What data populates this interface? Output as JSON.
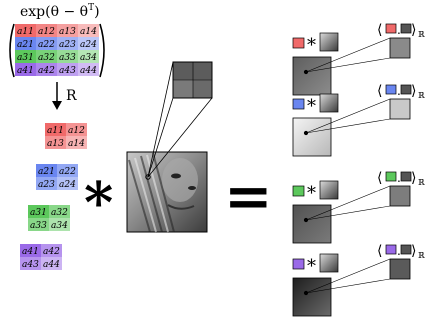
{
  "top_formula": "exp(θ − θ",
  "top_formula_sup": "T",
  "top_formula_close": ")",
  "arrow_label": "R",
  "matrix": {
    "rows": [
      [
        "a11",
        "a12",
        "a13",
        "a14"
      ],
      [
        "a21",
        "a22",
        "a23",
        "a24"
      ],
      [
        "a31",
        "a32",
        "a33",
        "a34"
      ],
      [
        "a41",
        "a42",
        "a43",
        "a44"
      ]
    ],
    "row_colors": [
      "#f06a6a",
      "#6a86f0",
      "#5cc85c",
      "#9a6ae8"
    ]
  },
  "blocks": [
    {
      "row1": [
        "a11",
        "a12"
      ],
      "row2": [
        "a13",
        "a14"
      ],
      "color": "#f06a6a"
    },
    {
      "row1": [
        "a21",
        "a22"
      ],
      "row2": [
        "a23",
        "a24"
      ],
      "color": "#6a86f0"
    },
    {
      "row1": [
        "a31",
        "a32"
      ],
      "row2": [
        "a33",
        "a34"
      ],
      "color": "#5cc85c"
    },
    {
      "row1": [
        "a41",
        "a42"
      ],
      "row2": [
        "a43",
        "a44"
      ],
      "color": "#9a6ae8"
    }
  ],
  "operators": {
    "convolve": "*",
    "equals": "="
  },
  "right_rows": [
    {
      "swatch_color": "#f06a6a",
      "star": "*",
      "bracket_open": "⟨",
      "dot": ".",
      "bracket_close": "⟩",
      "subscript": "ℝ",
      "output_shade": "#8a8a8a"
    },
    {
      "swatch_color": "#6a86f0",
      "star": "*",
      "bracket_open": "⟨",
      "dot": ".",
      "bracket_close": "⟩",
      "subscript": "ℝ",
      "output_shade": "#c9c9c9"
    },
    {
      "swatch_color": "#5cc85c",
      "star": "*",
      "bracket_open": "⟨",
      "dot": ".",
      "bracket_close": "⟩",
      "subscript": "ℝ",
      "output_shade": "#7d7d7d"
    },
    {
      "swatch_color": "#9a6ae8",
      "star": "*",
      "bracket_open": "⟨",
      "dot": ".",
      "bracket_close": "⟩",
      "subscript": "ℝ",
      "output_shade": "#5a5a5a"
    }
  ]
}
